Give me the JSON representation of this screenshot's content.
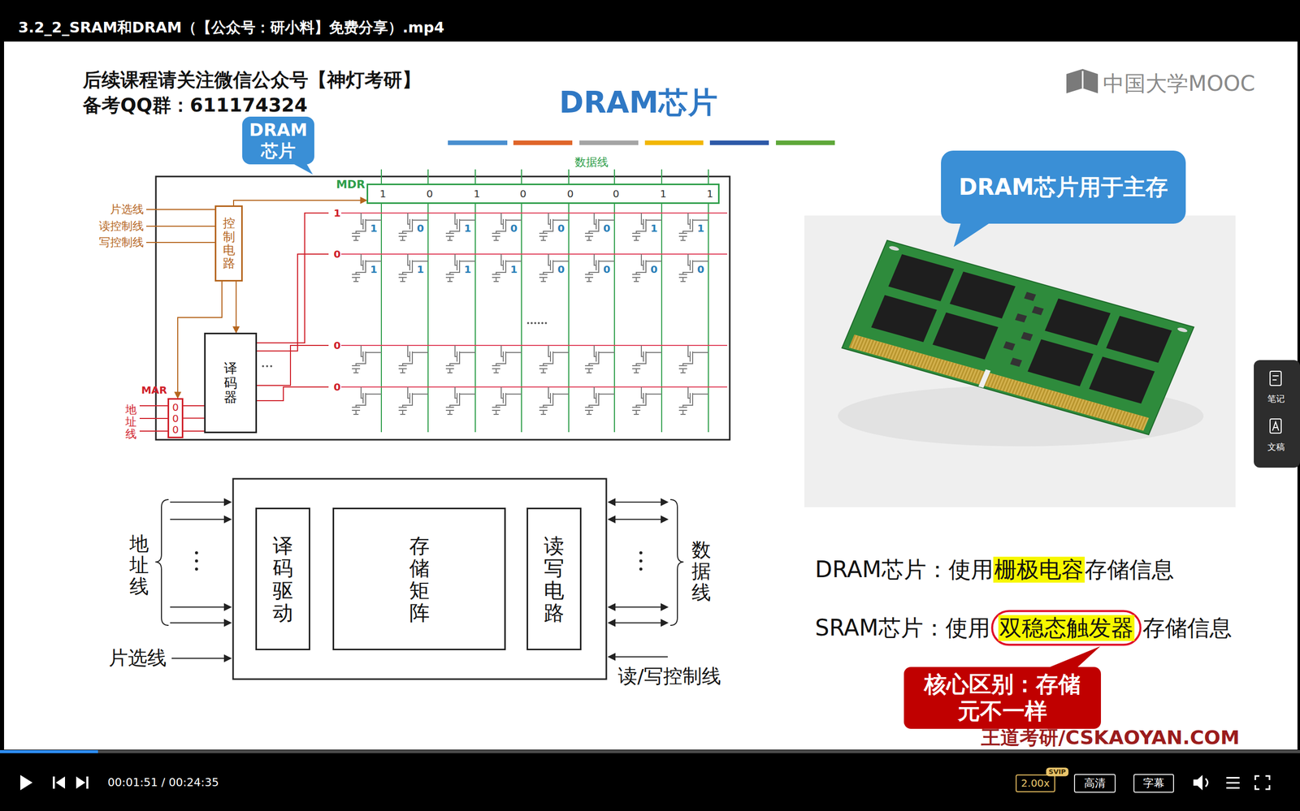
{
  "diagram": {
    "title": "DRAM芯片",
    "nodes": [
      {
        "text": [
          "DRAM 芯片"
        ]
      },
      {
        "text": [
          "MDR",
          "1",
          "0",
          "1",
          "0",
          "0",
          "0",
          "1",
          "1"
        ]
      },
      {
        "text": [
          "控制电路"
        ]
      },
      {
        "text": [
          "译码器"
        ]
      },
      {
        "text": [
          "MAR",
          "0",
          "0",
          "0"
        ]
      },
      {
        "text": [
          "译码驱动"
        ]
      },
      {
        "text": [
          "存储矩阵"
        ]
      },
      {
        "text": [
          "读写电路"
        ]
      },
      {
        "text": [
          "DRAM芯片用于主存"
        ]
      },
      {
        "text": [
          "核心区别：存储元不一样"
        ]
      },
      {
        "text": [
          "笔记",
          "文稿"
        ]
      },
      {
        "text": [
          "2.00x"
        ]
      },
      {
        "text": [
          "高清"
        ]
      },
      {
        "text": [
          "字幕"
        ]
      }
    ],
    "edges": [
      {
        "from": 2,
        "to": 1,
        "arrow": "to"
      },
      {
        "from": 2,
        "to": 4,
        "arrow": "to"
      },
      {
        "from": 2,
        "to": 3,
        "arrow": "to"
      },
      {
        "from": 4,
        "to": 3,
        "arrow": "none"
      }
    ],
    "labels": [
      "3.2_2_SRAM和DRAM（【公众号：研小料】免费分享）.mp4",
      "后续课程请关注微信公众号【神灯考研】",
      "备考QQ群：611174324",
      "中国大学MOOC",
      "数据线",
      "片选线",
      "读控制线",
      "写控制线",
      "地址线",
      "1",
      "0",
      "0",
      "0",
      "1",
      "0",
      "1",
      "0",
      "0",
      "0",
      "1",
      "1",
      "1",
      "1",
      "1",
      "1",
      "0",
      "0",
      "0",
      "0",
      "地址线",
      "片选线",
      "数据线",
      "读/写控制线",
      "DRAM芯片：使用",
      "栅极电容",
      "存储信息",
      "SRAM芯片：使用",
      "双稳态触发器",
      "存储信息",
      "王道考研/CSKAOYAN.COM",
      "00:01:51 / 00:24:35",
      "SVIP"
    ]
  }
}
